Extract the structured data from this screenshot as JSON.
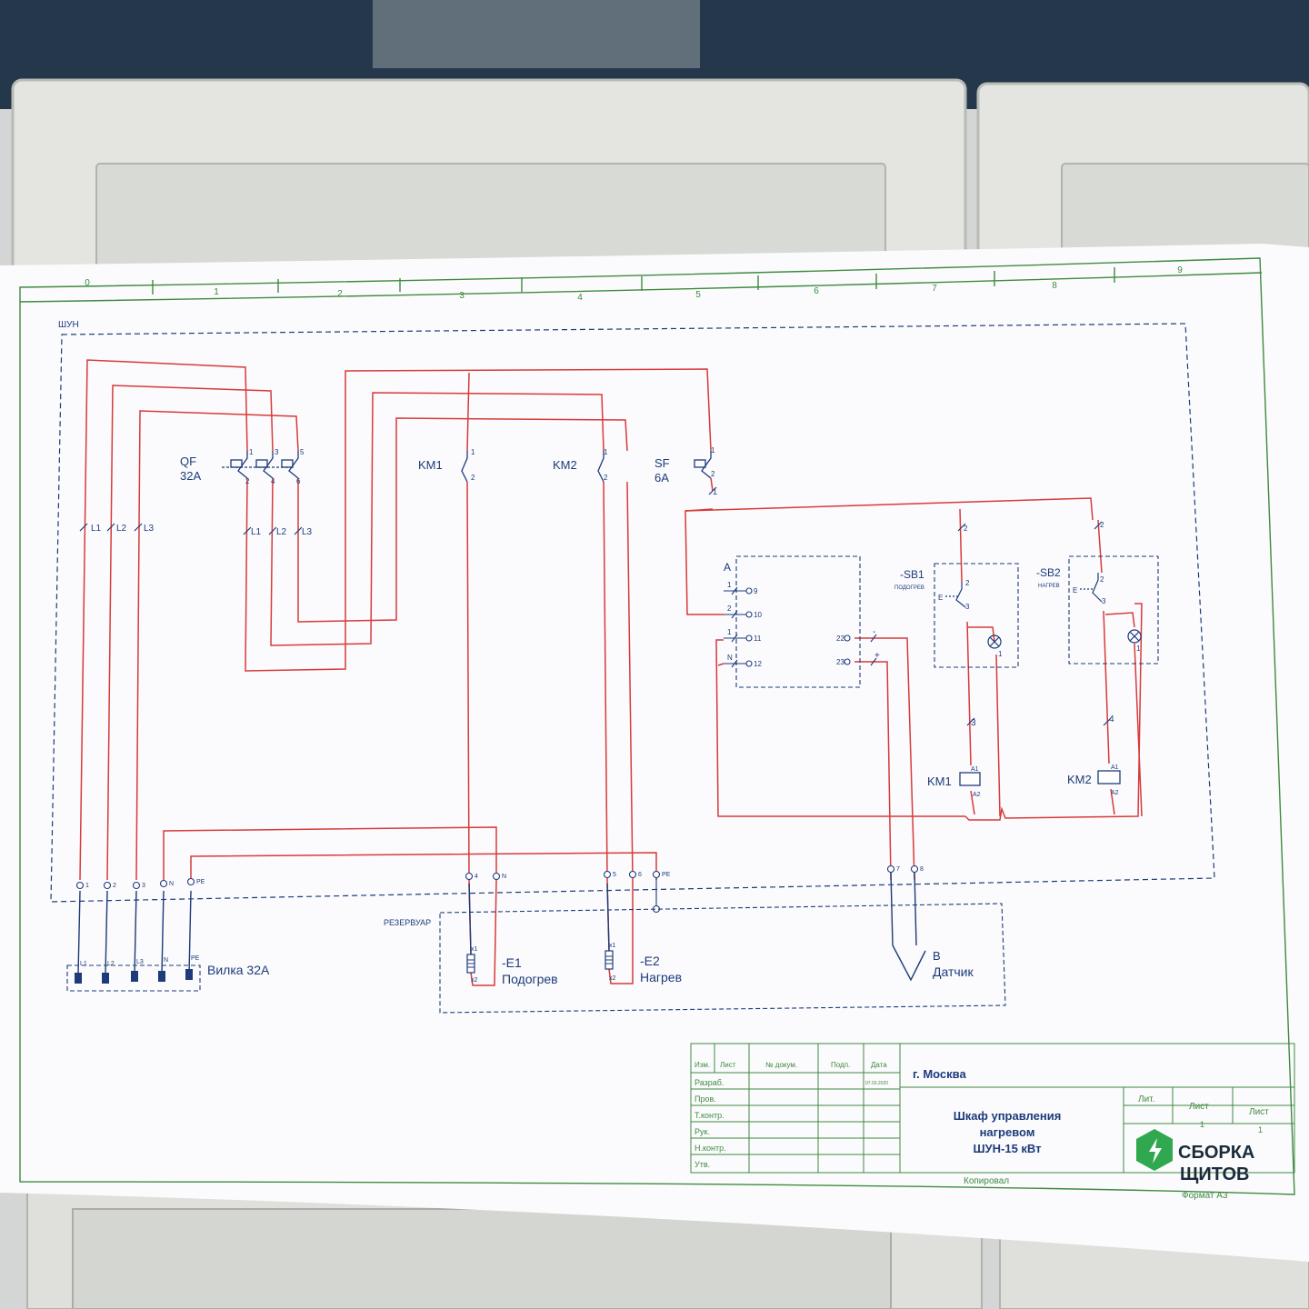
{
  "colors": {
    "wire": "#d83a3a",
    "ink": "#1d3b7a",
    "frame": "#3f8a3f",
    "paper": "#fbfbfd",
    "logo_green": "#2fa84f",
    "logo_dark": "#1b2b3a"
  },
  "grid": {
    "zones": [
      "0",
      "1",
      "2",
      "3",
      "4",
      "5",
      "6",
      "7",
      "8",
      "9"
    ]
  },
  "enclosure": {
    "label": "ШУН"
  },
  "reservoir": {
    "label": "РЕЗЕРВУАР"
  },
  "devices": {
    "qf": {
      "tag": "QF",
      "rating": "32А",
      "top_pins": [
        "1",
        "3",
        "5"
      ],
      "bottom_pins": [
        "2",
        "4",
        "6"
      ]
    },
    "km1_contact": {
      "tag": "KM1",
      "pins": [
        "1",
        "2"
      ]
    },
    "km2_contact": {
      "tag": "KM2",
      "pins": [
        "1",
        "2"
      ]
    },
    "sf": {
      "tag": "SF",
      "rating": "6А",
      "pins": [
        "1",
        "2"
      ],
      "wire_out": "1"
    },
    "controller": {
      "tag": "A",
      "left_pins": [
        "1",
        "2",
        "1",
        "N"
      ],
      "right_pins": [
        "9",
        "10",
        "11",
        "12"
      ],
      "sensor_pins": [
        "22",
        "23"
      ],
      "sensor_polarity": [
        "-",
        "+"
      ]
    },
    "sb1": {
      "tag": "-SB1",
      "subtitle": "ПОДОГРЕВ",
      "pins": [
        "2",
        "E",
        "3",
        "1"
      ]
    },
    "sb2": {
      "tag": "-SB2",
      "subtitle": "НАГРЕВ",
      "pins": [
        "2",
        "E",
        "3",
        "1"
      ]
    },
    "km1_coil": {
      "tag": "KM1",
      "pins": [
        "A1",
        "A2"
      ],
      "wire": "3",
      "feed": "2"
    },
    "km2_coil": {
      "tag": "KM2",
      "pins": [
        "A1",
        "A2"
      ],
      "wire": "4",
      "feed": "2"
    },
    "e1": {
      "tag": "-E1",
      "name": "Подогрев",
      "pins": [
        "x1",
        "x2"
      ]
    },
    "e2": {
      "tag": "-E2",
      "name": "Нагрев",
      "pins": [
        "x1",
        "x2"
      ]
    },
    "sensor": {
      "tag": "B",
      "name": "Датчик"
    },
    "plug": {
      "name": "Вилка 32А",
      "pins": [
        "L1",
        "L2",
        "L3",
        "N",
        "PE"
      ]
    }
  },
  "wire_labels": {
    "supply": [
      "L1",
      "L2",
      "L3"
    ],
    "after_qf": [
      "L1",
      "L2",
      "L3"
    ]
  },
  "terminals": [
    "1",
    "2",
    "3",
    "N",
    "PE",
    "4",
    "N",
    "5",
    "6",
    "PE",
    "7",
    "8"
  ],
  "title_block": {
    "headers": [
      "Изм.",
      "Лист",
      "№ докум.",
      "Подп.",
      "Дата"
    ],
    "date": "07.03.2020",
    "rows": [
      "Разраб.",
      "Пров.",
      "Т.контр.",
      "Рук.",
      "Н.контр.",
      "Утв."
    ],
    "city": "г. Москва",
    "title_lines": [
      "Шкаф управления",
      "нагревом",
      "ШУН-15 кВт"
    ],
    "lit_label": "Лит.",
    "sheet_label": "Лист",
    "sheets_label": "Лист",
    "sheet_values": [
      "1",
      "1"
    ],
    "copied": "Копировал",
    "format": "Формат  А3"
  },
  "logo": {
    "line1": "СБОРКА",
    "line2": "ЩИТОВ"
  }
}
